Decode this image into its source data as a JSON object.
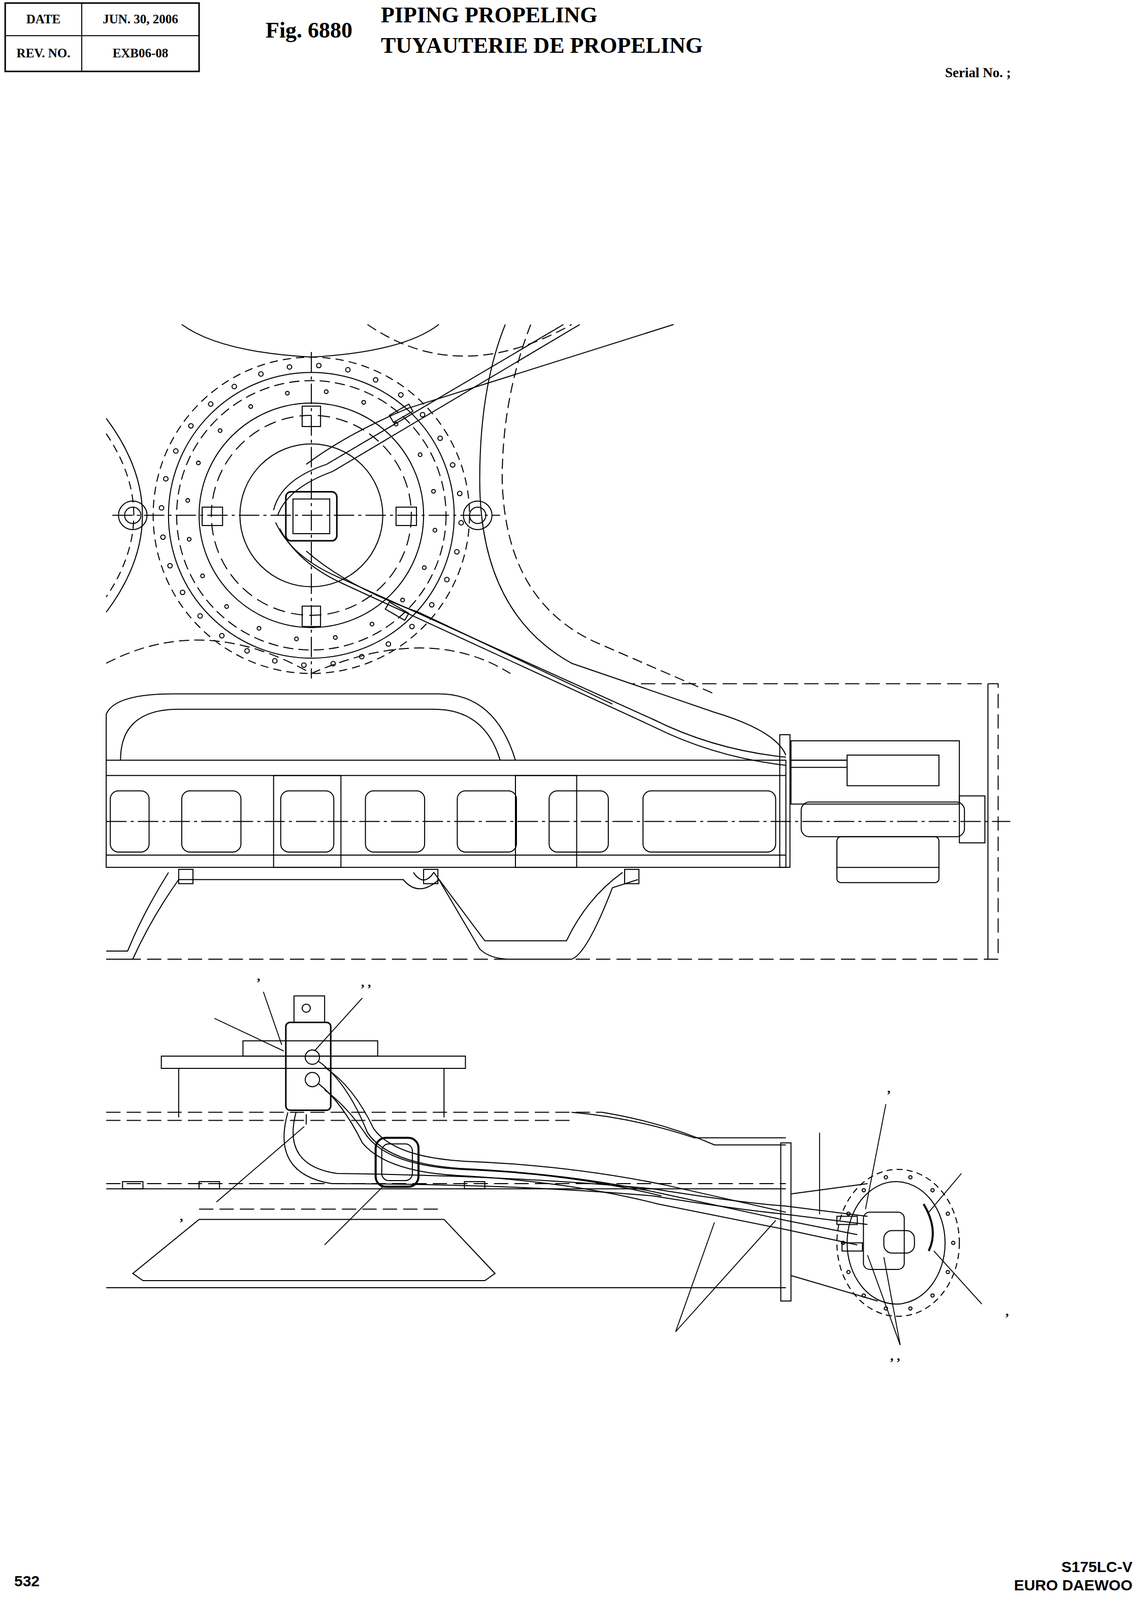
{
  "diagram": {
    "title": "PIPING PROPELING",
    "labels": [
      "DATE",
      "JUN. 30, 2006",
      "REV. NO.",
      "EXB06-08",
      "Fig. 6880",
      "TUYAUTERIE DE PROPELING",
      "Serial No. ;",
      ",",
      ", ,",
      ",",
      ",",
      ",",
      ", ,",
      "532",
      "S175LC-V",
      "EURO DAEWOO"
    ]
  }
}
